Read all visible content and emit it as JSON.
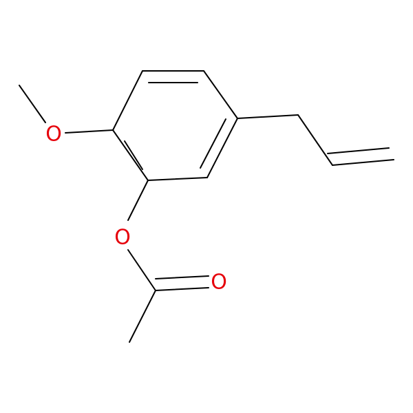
{
  "colors": {
    "background": "#ffffff",
    "bond": "#000000",
    "oxygen": "#e6000a"
  },
  "atoms": {
    "o_methoxy": "O",
    "o_ester": "O",
    "o_carbonyl": "O"
  }
}
